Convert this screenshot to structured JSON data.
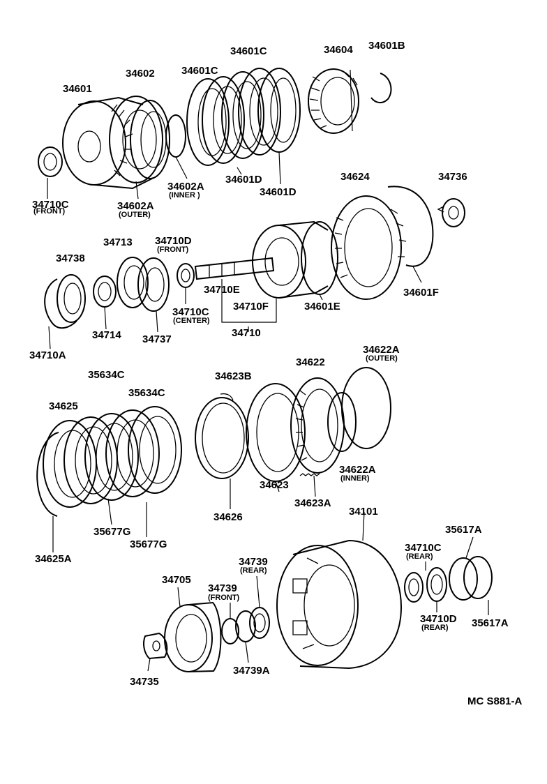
{
  "diagram_code": "MC  S881-A",
  "labels": {
    "p34601": "34601",
    "p34602": "34602",
    "p34601C_a": "34601C",
    "p34601C_b": "34601C",
    "p34604": "34604",
    "p34601B": "34601B",
    "p34710C_front": "34710C",
    "p34710C_front_note": "(FRONT)",
    "p34602A_outer": "34602A",
    "p34602A_outer_note": "(OUTER)",
    "p34602A_inner": "34602A",
    "p34602A_inner_note": "(INNER )",
    "p34601D_a": "34601D",
    "p34601D_b": "34601D",
    "p34624": "34624",
    "p34736": "34736",
    "p34713": "34713",
    "p34710D_front": "34710D",
    "p34710D_front_note": "(FRONT)",
    "p34738": "34738",
    "p34710E": "34710E",
    "p34710F": "34710F",
    "p34601E": "34601E",
    "p34601F": "34601F",
    "p34714": "34714",
    "p34737": "34737",
    "p34710C_center": "34710C",
    "p34710C_center_note": "(CENTER)",
    "p34710": "34710",
    "p34710A": "34710A",
    "p35634C_a": "35634C",
    "p35634C_b": "35634C",
    "p34623B": "34623B",
    "p34622": "34622",
    "p34622A_outer": "34622A",
    "p34622A_outer_note": "(OUTER)",
    "p34625": "34625",
    "p34622A_inner": "34622A",
    "p34622A_inner_note": "(INNER)",
    "p34623": "34623",
    "p34623A": "34623A",
    "p34626": "34626",
    "p35677G_a": "35677G",
    "p35677G_b": "35677G",
    "p34625A": "34625A",
    "p34101": "34101",
    "p35617A_a": "35617A",
    "p34710C_rear": "34710C",
    "p34710C_rear_note": "(REAR)",
    "p34739_rear": "34739",
    "p34739_rear_note": "(REAR)",
    "p34705": "34705",
    "p34739_front": "34739",
    "p34739_front_note": "(FRONT)",
    "p34710D_rear": "34710D",
    "p34710D_rear_note": "(REAR)",
    "p35617A_b": "35617A",
    "p34739A": "34739A",
    "p34735": "34735"
  }
}
